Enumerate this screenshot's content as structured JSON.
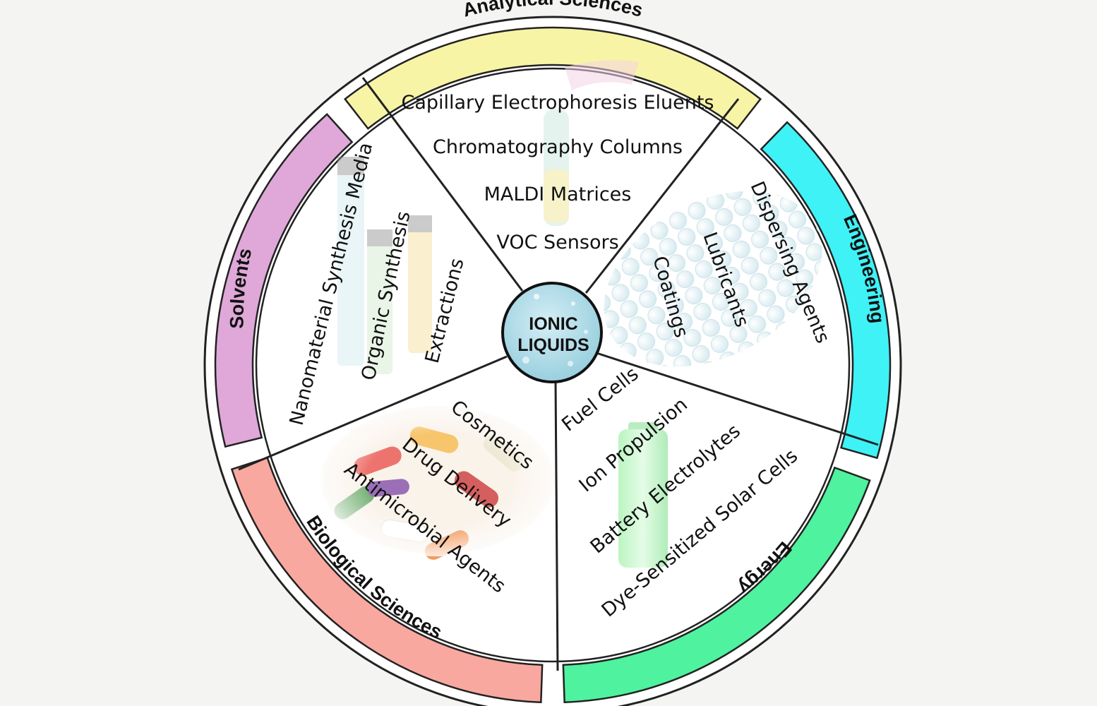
{
  "hub": {
    "line1": "IONIC",
    "line2": "LIQUIDS",
    "color": "#a9d9e6"
  },
  "categories": [
    {
      "id": "analytical",
      "label": "Analytical Sciences",
      "color": "#f8f4a6",
      "items": [
        "Capillary Electrophoresis Eluents",
        "Chromatography Columns",
        "MALDI Matrices",
        "VOC Sensors"
      ]
    },
    {
      "id": "engineering",
      "label": "Engineering",
      "color": "#3ff2f6",
      "items": [
        "Dispersing Agents",
        "Lubricants",
        "Coatings"
      ]
    },
    {
      "id": "energy",
      "label": "Energy",
      "color": "#4ff29e",
      "items": [
        "Fuel Cells",
        "Ion Propulsion",
        "Battery Electrolytes",
        "Dye-Sensitized Solar Cells"
      ]
    },
    {
      "id": "biological",
      "label": "Biological Sciences",
      "color": "#f9a8a0",
      "items": [
        "Cosmetics",
        "Drug Delivery",
        "Antimicrobial Agents"
      ]
    },
    {
      "id": "solvents",
      "label": "Solvents",
      "color": "#dfa8d9",
      "items": [
        "Nanomaterial Synthesis Media",
        "Organic Synthesis",
        "Extractions"
      ]
    }
  ]
}
